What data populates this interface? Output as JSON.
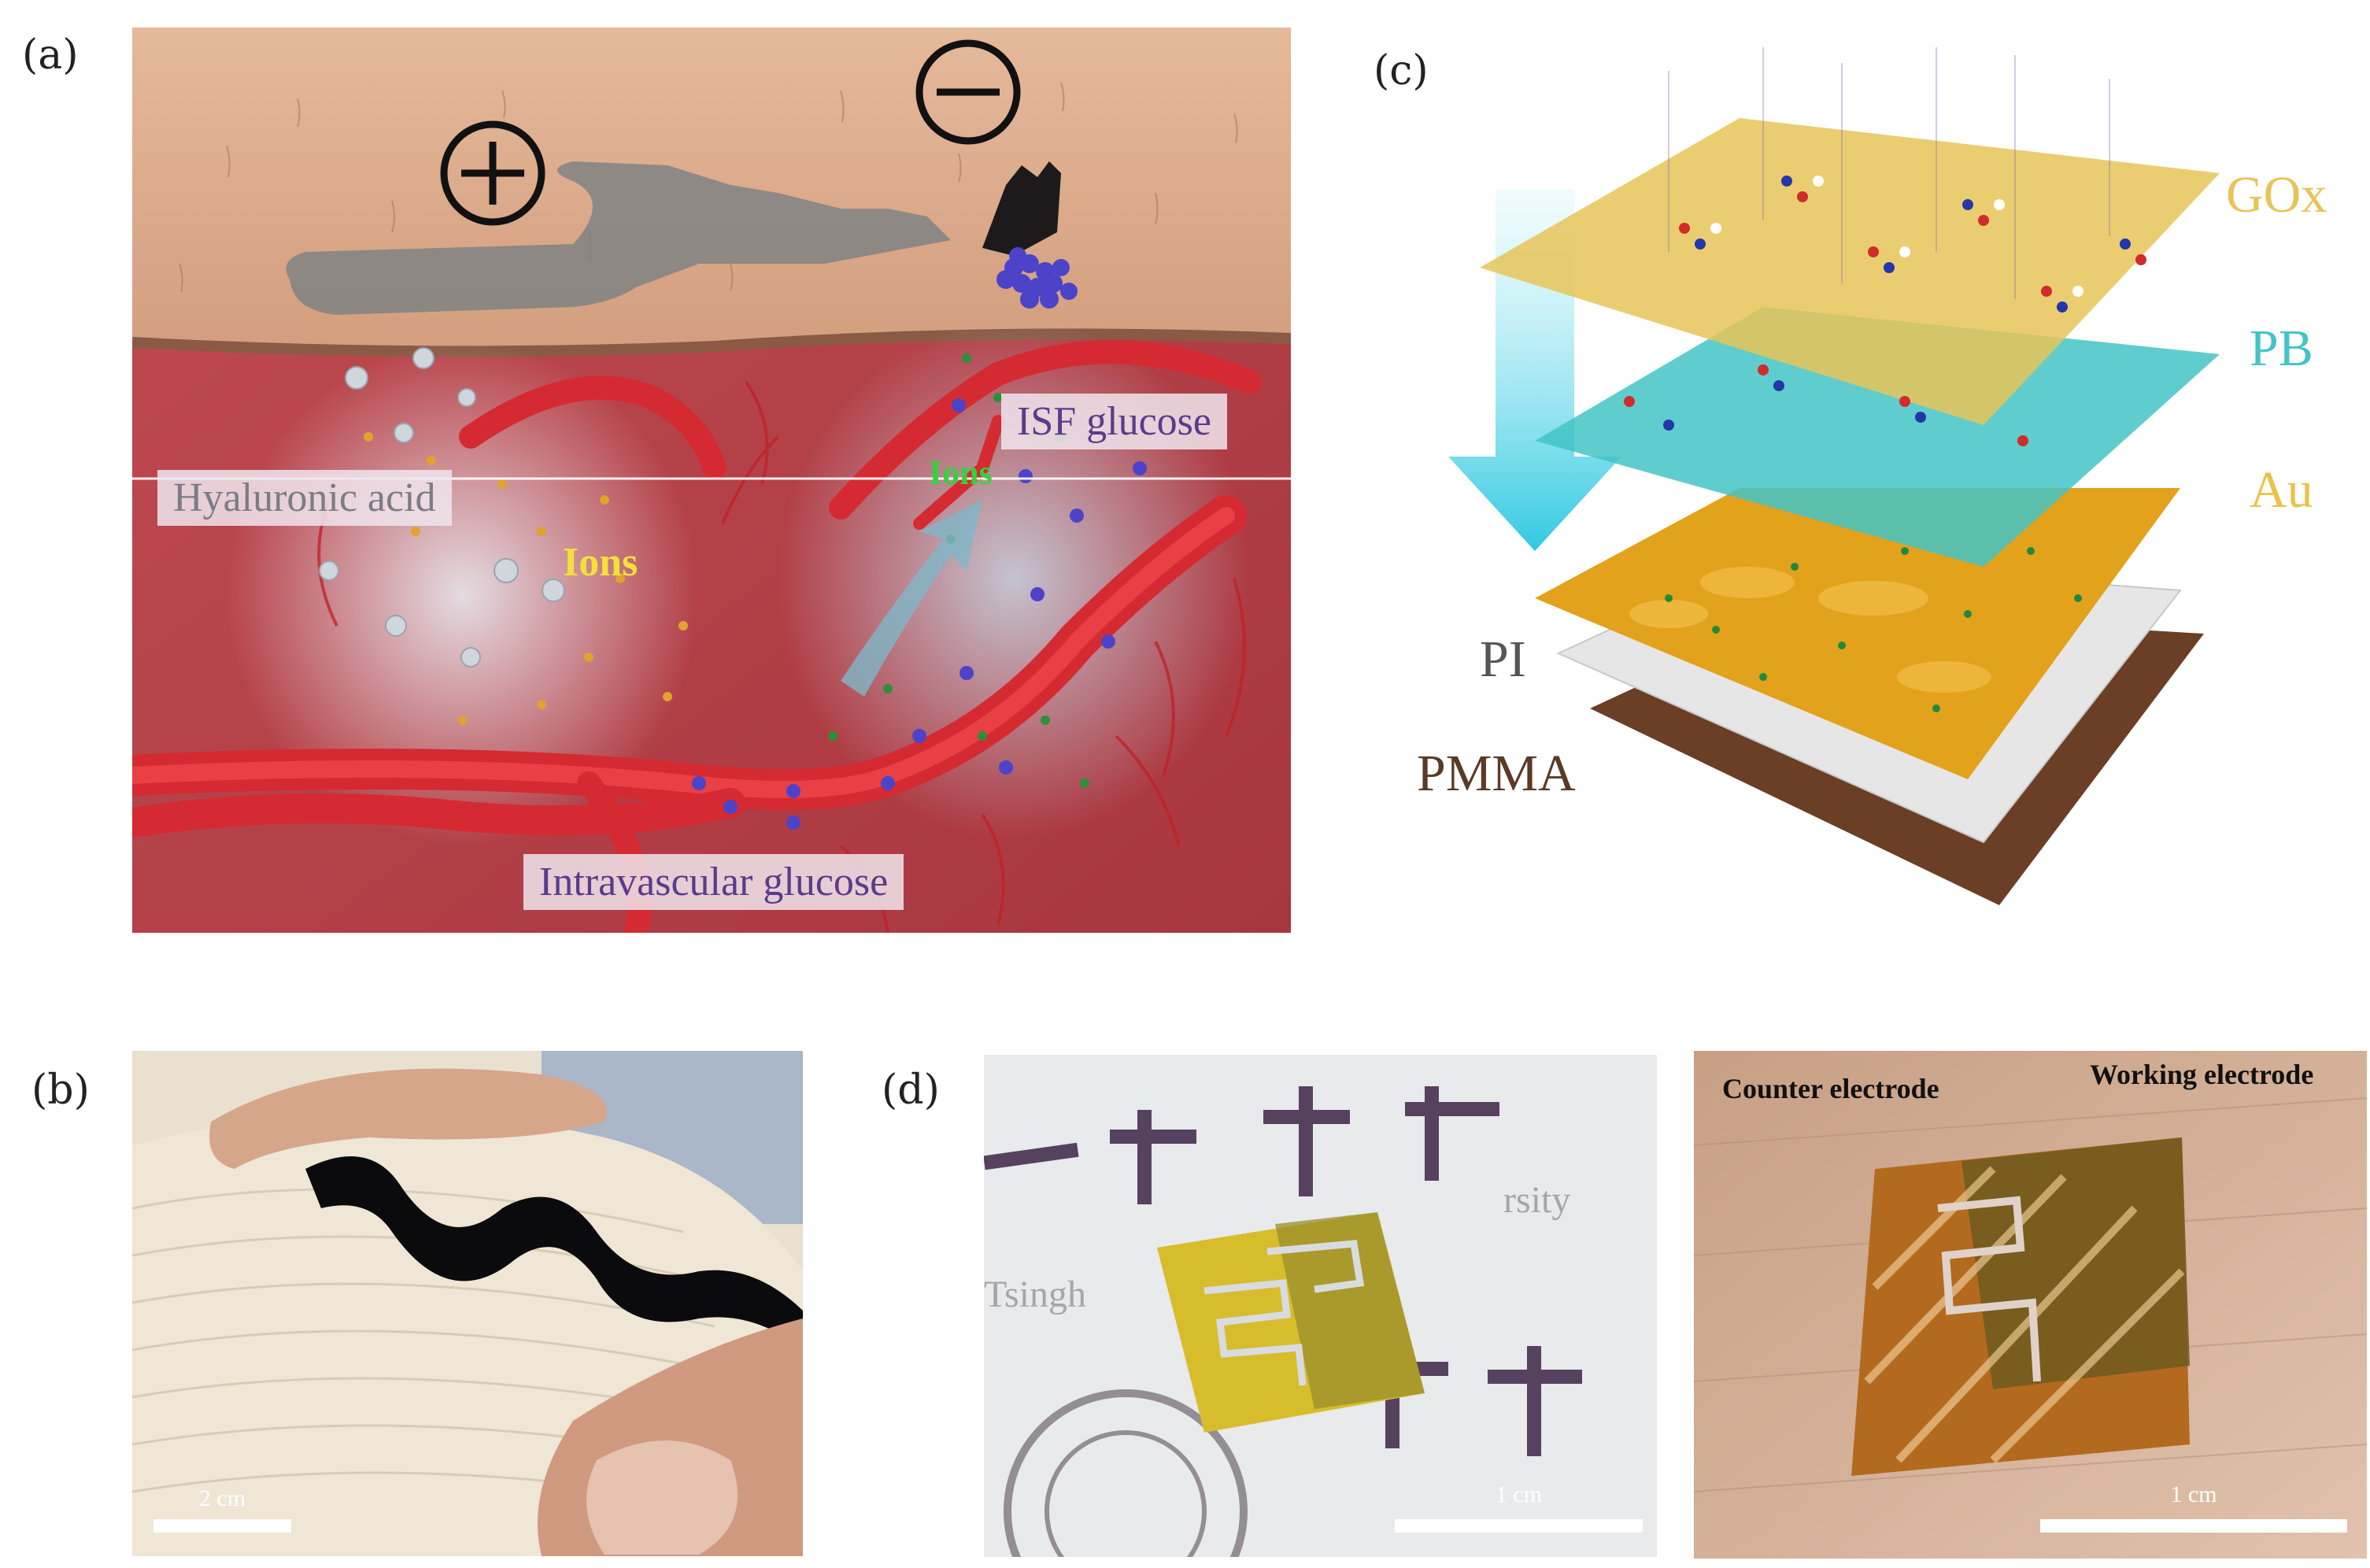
{
  "panels": {
    "a": {
      "letter": "(a)",
      "labels": {
        "hyaluronic_acid": "Hyaluronic acid",
        "ions_yellow": "Ions",
        "ions_green": "Ions",
        "isf_glucose": "ISF glucose",
        "intravascular_glucose": "Intravascular glucose"
      },
      "colors": {
        "skin": "#d9a98a",
        "tissue": "#b6434a",
        "vessel": "#e02a32",
        "glucose": "#4c43c9"
      }
    },
    "b": {
      "letter": "(b)",
      "scale_label": "2 cm"
    },
    "c": {
      "letter": "(c)",
      "layers": {
        "gox": "GOx",
        "pb": "PB",
        "au": "Au",
        "pi": "PI",
        "pmma": "PMMA"
      },
      "colors": {
        "gox": "#e8c458",
        "pb": "#43c4c6",
        "au": "#e3a21c",
        "pi": "#e6e6e6",
        "pmma": "#6a3f25"
      }
    },
    "d": {
      "letter": "(d)",
      "scale_left": "1 cm",
      "scale_right": "1 cm",
      "counter_electrode": "Counter electrode",
      "working_electrode": "Working electrode"
    }
  }
}
